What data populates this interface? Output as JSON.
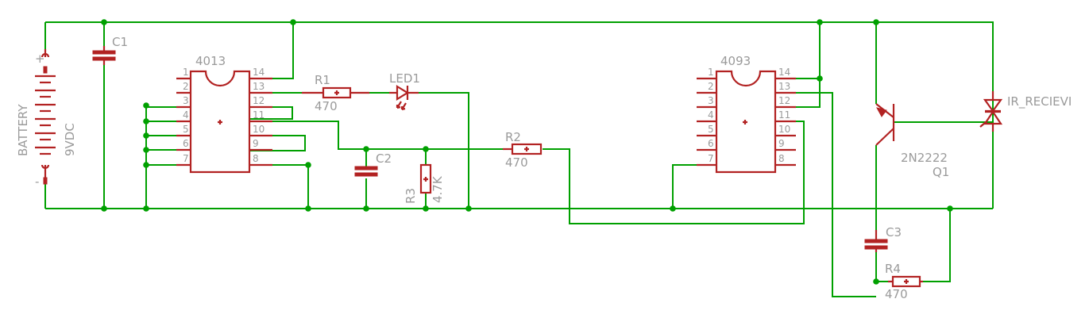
{
  "schematic": {
    "ic1": {
      "name": "4013",
      "left_pins": [
        "1",
        "2",
        "3",
        "4",
        "5",
        "6",
        "7"
      ],
      "right_pins": [
        "14",
        "13",
        "12",
        "11",
        "10",
        "9",
        "8"
      ]
    },
    "ic2": {
      "name": "4093",
      "left_pins": [
        "1",
        "2",
        "3",
        "4",
        "5",
        "6",
        "7"
      ],
      "right_pins": [
        "14",
        "13",
        "12",
        "11",
        "10",
        "9",
        "8"
      ]
    },
    "battery": {
      "name": "BATTERY",
      "value": "9VDC"
    },
    "c1": {
      "name": "C1"
    },
    "c2": {
      "name": "C2"
    },
    "c3": {
      "name": "C3"
    },
    "r1": {
      "name": "R1",
      "value": "470"
    },
    "r2": {
      "name": "R2",
      "value": "470"
    },
    "r3": {
      "name": "R3",
      "value": "4.7K"
    },
    "r4": {
      "name": "R4",
      "value": "470"
    },
    "led1": {
      "name": "LED1"
    },
    "q1": {
      "name": "Q1",
      "value": "2N2222"
    },
    "ir": {
      "name": "IR_RECIEVI"
    },
    "symbols": {
      "plus": "+",
      "minus": "-"
    },
    "colors": {
      "wire": "#00a000",
      "component": "#b22222",
      "text": "#9a9a9a"
    }
  }
}
